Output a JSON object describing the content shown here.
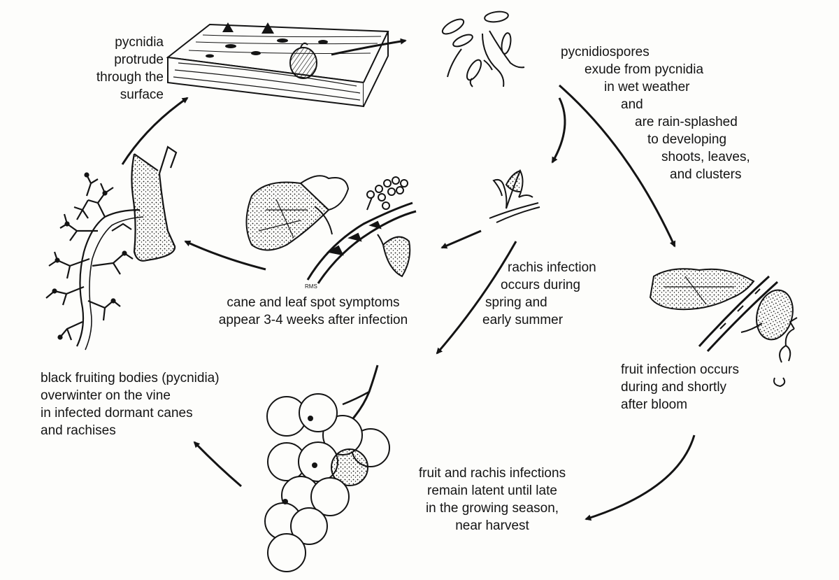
{
  "diagram": {
    "labels": {
      "pycnidia_protrude": [
        "pycnidia",
        "protrude",
        "through the",
        "surface"
      ],
      "pycnidiospores": [
        "pycnidiospores",
        "exude from pycnidia",
        "in wet weather",
        "and",
        "are rain-splashed",
        "to developing",
        "shoots, leaves,",
        "and clusters"
      ],
      "rachis_infection": [
        "rachis infection",
        "occurs during",
        "spring and",
        "early summer"
      ],
      "cane_leaf_symptoms": [
        "cane and leaf spot symptoms",
        "appear 3-4 weeks after infection"
      ],
      "fruit_infection": [
        "fruit infection occurs",
        "during and shortly",
        "after bloom"
      ],
      "latent_infections": [
        "fruit and rachis infections",
        "remain latent until late",
        "in the growing season,",
        "near harvest"
      ],
      "overwinter": [
        "black fruiting bodies (pycnidia)",
        "overwinter on the vine",
        "in infected dormant canes",
        "and rachises"
      ],
      "artist_initials": "RMS"
    },
    "colors": {
      "ink": "#141414",
      "paper": "#fdfdfb"
    }
  }
}
